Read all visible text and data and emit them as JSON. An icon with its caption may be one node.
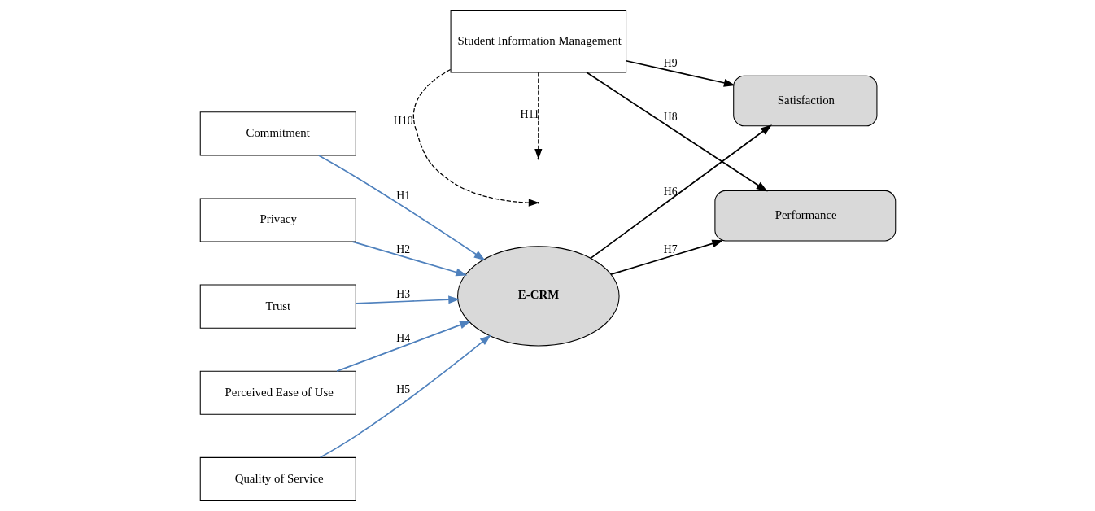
{
  "diagram": {
    "nodes": [
      {
        "text": [
          "Commitment"
        ]
      },
      {
        "text": [
          "Privacy"
        ]
      },
      {
        "text": [
          "Trust"
        ]
      },
      {
        "text": [
          "Perceived Ease of Use"
        ]
      },
      {
        "text": [
          "Quality of Service"
        ]
      },
      {
        "text": [
          "E-CRM"
        ]
      },
      {
        "text": [
          "Satisfaction"
        ]
      },
      {
        "text": [
          "Student Information Management"
        ]
      },
      {
        "text": [
          "Performance"
        ]
      }
    ],
    "edges": [
      {
        "from": 0,
        "to": 5,
        "arrow": "to",
        "label": "H1",
        "color": "#4f81bd"
      },
      {
        "from": 1,
        "to": 5,
        "arrow": "to",
        "label": "H2",
        "color": "#4f81bd"
      },
      {
        "from": 2,
        "to": 5,
        "arrow": "to",
        "label": "H3",
        "color": "#4f81bd"
      },
      {
        "from": 3,
        "to": 5,
        "arrow": "to",
        "label": "H4",
        "color": "#4f81bd"
      },
      {
        "from": 4,
        "to": 5,
        "arrow": "to",
        "label": "H5",
        "color": "#4f81bd"
      },
      {
        "from": 5,
        "to": 6,
        "arrow": "to",
        "label": "H6"
      },
      {
        "from": 5,
        "to": 8,
        "arrow": "to",
        "label": "H7"
      },
      {
        "from": 7,
        "to": 8,
        "arrow": "to",
        "label": "H8"
      },
      {
        "from": 7,
        "to": 6,
        "arrow": "to",
        "label": "H9"
      },
      {
        "from": 7,
        "to": null,
        "arrow": "to",
        "label": "H10",
        "style": "dashed"
      },
      {
        "from": 7,
        "to": null,
        "arrow": "to",
        "label": "H11",
        "style": "dashed"
      }
    ]
  }
}
